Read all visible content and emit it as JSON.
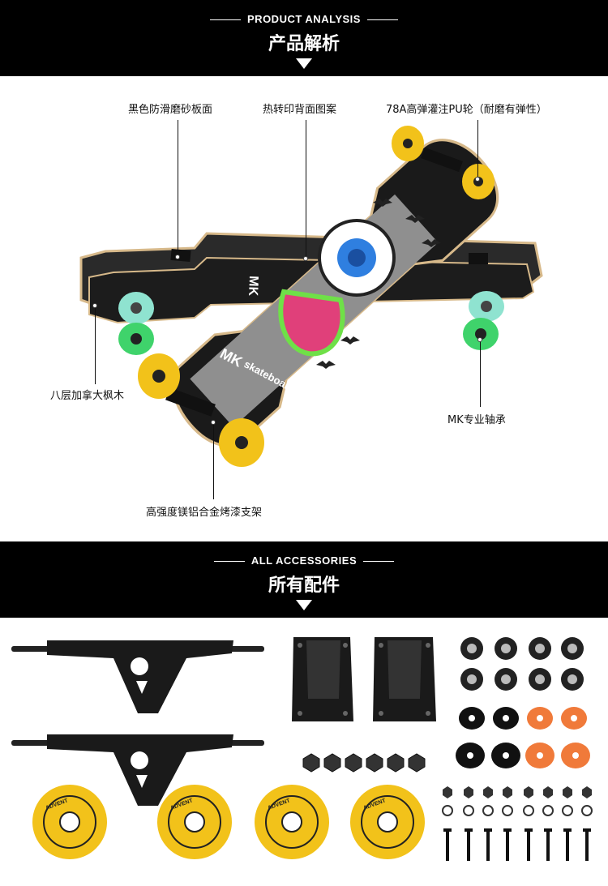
{
  "section_analysis": {
    "title_en": "PRODUCT ANALYSIS",
    "title_zh": "产品解析"
  },
  "callouts": {
    "deck_surface": "黑色防滑磨砂板面",
    "heat_transfer": "热转印背面图案",
    "wheels": "78A高弹灌注PU轮（耐磨有弹性）",
    "maple": "八层加拿大枫木",
    "bearing": "MK专业轴承",
    "truck": "高强度镁铝合金烤漆支架"
  },
  "deck_graphic": {
    "brand": "MK",
    "brand_word": "skateboard"
  },
  "section_accessories": {
    "title_en": "ALL ACCESSORIES",
    "title_zh": "所有配件"
  },
  "wheel_text": "ADVENT",
  "colors": {
    "banner": "#000000",
    "wheel_yellow": "#f2c21a",
    "wheel_mint": "#8fe3d0",
    "wheel_green": "#3fd36b",
    "bushing_orange": "#f07a3a",
    "deck_gray": "#8f8f8f",
    "eye_blue": "#2f7fe0",
    "tongue_pink": "#e0407a",
    "slime_green": "#6fe048"
  }
}
